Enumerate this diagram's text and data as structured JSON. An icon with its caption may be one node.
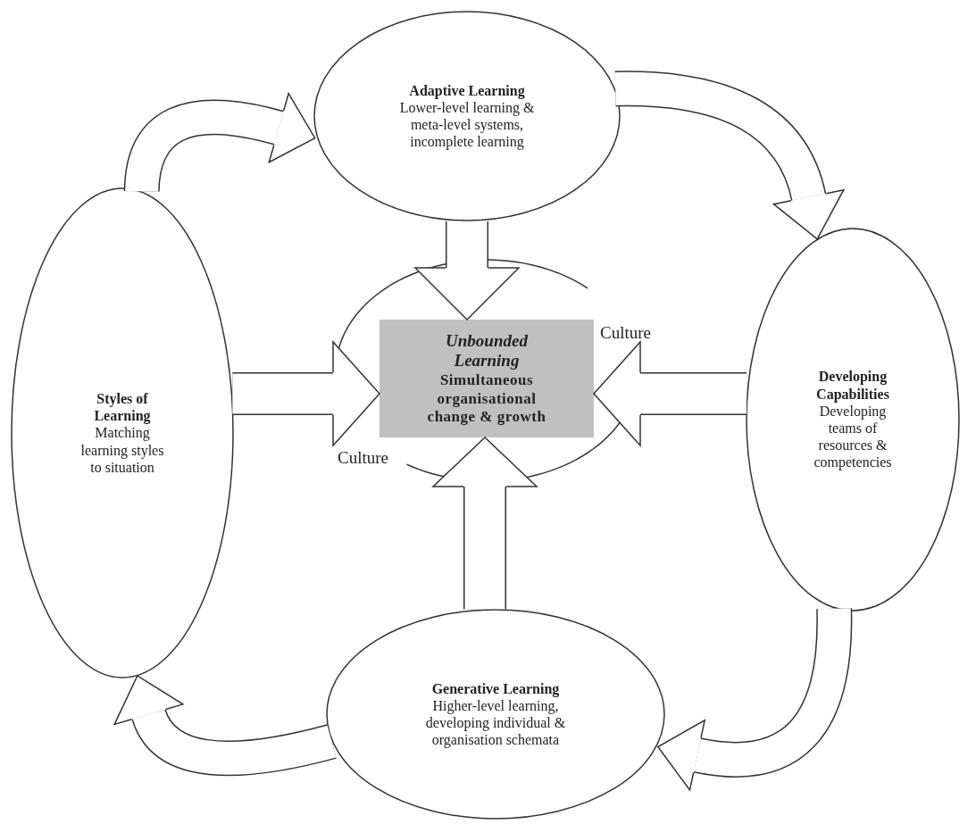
{
  "diagram": {
    "nodes": [
      {
        "text": [
          "Adaptive Learning",
          "Lower-level learning & meta-level systems, incomplete learning"
        ]
      },
      {
        "text": [
          "Styles of Learning",
          "Matching learning styles to situation"
        ]
      },
      {
        "text": [
          "Unbounded Learning",
          "Simultaneous organisational change & growth"
        ]
      },
      {
        "text": [
          "Developing Capabilities",
          "Developing teams of resources & competencies"
        ]
      },
      {
        "text": [
          "Generative Learning",
          "Higher-level learning, developing individual & organisation schemata"
        ]
      }
    ],
    "edges": [
      {
        "from": 0,
        "to": 2,
        "arrow": "to"
      },
      {
        "from": 1,
        "to": 2,
        "arrow": "to"
      },
      {
        "from": 3,
        "to": 2,
        "arrow": "to"
      },
      {
        "from": 4,
        "to": 2,
        "arrow": "to"
      },
      {
        "from": 1,
        "to": 0,
        "arrow": "to"
      },
      {
        "from": 0,
        "to": 3,
        "arrow": "to"
      },
      {
        "from": 3,
        "to": 4,
        "arrow": "to"
      },
      {
        "from": 4,
        "to": 1,
        "arrow": "to"
      }
    ],
    "labels": [
      "Culture",
      "Culture"
    ]
  }
}
